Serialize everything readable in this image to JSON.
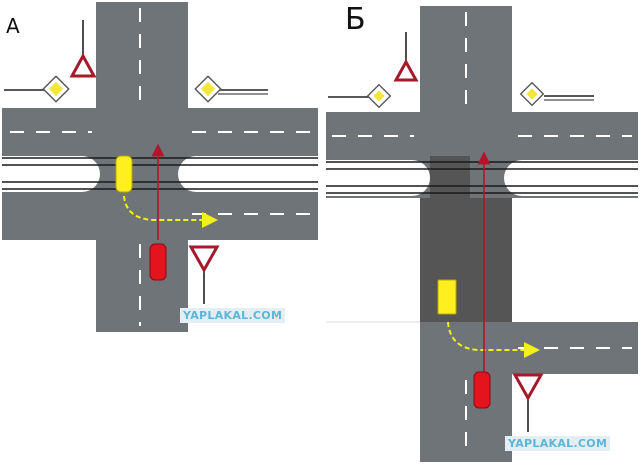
{
  "panels": [
    {
      "label": "А",
      "watermark": "YAPLAKAL.COM"
    },
    {
      "label": "Б",
      "watermark": "YAPLAKAL.COM"
    }
  ],
  "colors": {
    "road": "#6f7478",
    "road_dark": "#555555",
    "marking": "#ffffff",
    "yellow_car": "#ffef1e",
    "red_car": "#e3141e",
    "path_yellow": "#f2f21a",
    "path_red": "#b4142a",
    "sign_red": "#a31a2a",
    "priority_sign": "#f5e63c",
    "watermark_text": "#5fb5d8",
    "watermark_bg": "#e3eef2"
  },
  "icons": [
    "yield-sign-icon",
    "priority-road-sign-icon",
    "tram-track-icon"
  ]
}
